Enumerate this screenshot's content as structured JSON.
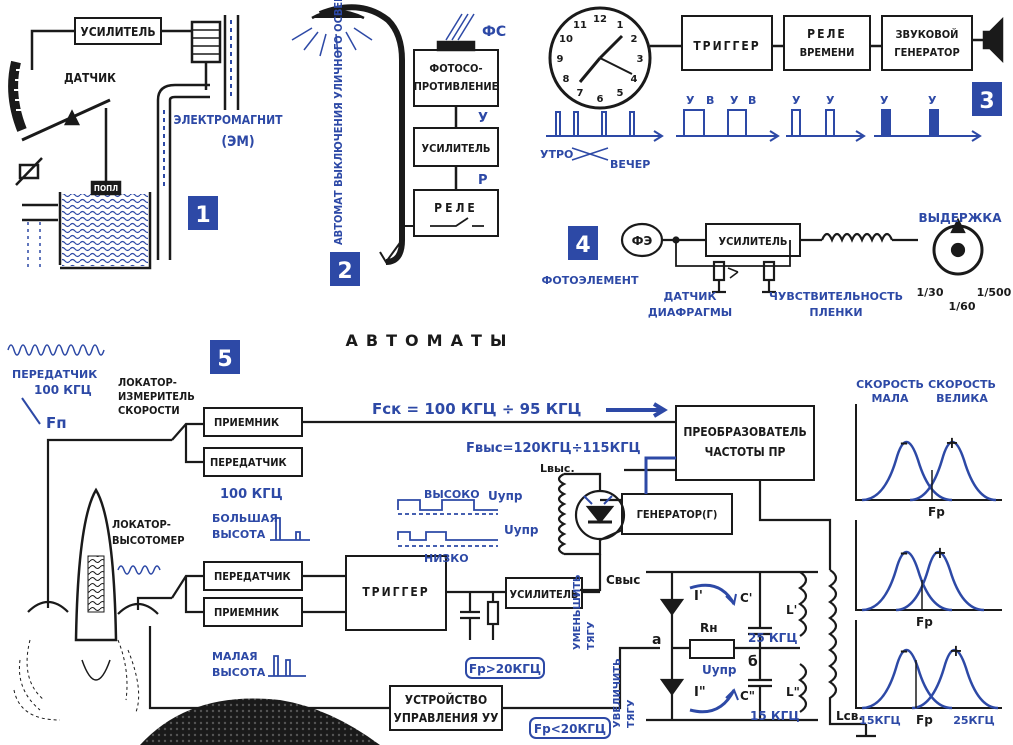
{
  "title": "АВТОМАТЫ",
  "colors": {
    "ink": "#1a1a1a",
    "accent": "#2d49a6",
    "white": "#ffffff"
  },
  "panel1": {
    "number": "1",
    "amplifier": "УСИЛИТЕЛЬ",
    "sensor": "ДАТЧИК",
    "electromagnet": "ЭЛЕКТРОМАГНИТ",
    "em": "(ЭМ)",
    "float_label": "ПОПЛ"
  },
  "panel2": {
    "number": "2",
    "vertical_caption": "АВТОМАТ ВЫКЛЮЧЕНИЯ УЛИЧНОГО ОСВЕЩЕНИЯ",
    "fs": "ФС",
    "photoresistance_1": "ФОТОСО-",
    "photoresistance_2": "ПРОТИВЛЕНИЕ",
    "u": "У",
    "amplifier": "УСИЛИТЕЛЬ",
    "p": "Р",
    "relay": "РЕЛЕ"
  },
  "panel3": {
    "number": "3",
    "trigger": "ТРИГГЕР",
    "relay_time_1": "РЕЛЕ",
    "relay_time_2": "ВРЕМЕНИ",
    "sound_gen_1": "ЗВУКОВОЙ",
    "sound_gen_2": "ГЕНЕРАТОР",
    "morning": "УТРО",
    "evening": "ВЕЧЕР",
    "pulse_labels": [
      "У",
      "В",
      "У",
      "В"
    ],
    "pulse_labels_2": [
      "У",
      "У"
    ],
    "pulse_labels_3": [
      "У",
      "У"
    ],
    "clock_numbers": [
      "12",
      "1",
      "2",
      "3",
      "4",
      "5",
      "6",
      "7",
      "8",
      "9",
      "10",
      "11"
    ]
  },
  "panel4": {
    "number": "4",
    "fe": "ФЭ",
    "amplifier": "УСИЛИТЕЛЬ",
    "delay": "ВЫДЕРЖКА",
    "photocell": "ФОТОЭЛЕМЕНТ",
    "aperture_1": "ДАТЧИК",
    "aperture_2": "ДИАФРАГМЫ",
    "sensitivity_1": "ЧУВСТВИТЕЛЬНОСТЬ",
    "sensitivity_2": "ПЛЕНКИ",
    "shutter_values": [
      "1/30",
      "1/60",
      "1/500"
    ]
  },
  "panel5": {
    "number": "5",
    "transmitter_1": "ПЕРЕДАТЧИК",
    "transmitter_2": "100 КГЦ",
    "fn": "Fп",
    "speed_locator_1": "ЛОКАТОР-",
    "speed_locator_2": "ИЗМЕРИТЕЛЬ",
    "speed_locator_3": "СКОРОСТИ",
    "receiver": "ПРИЕМНИК",
    "transmitter": "ПЕРЕДАТЧИК",
    "khz100": "100 КГЦ",
    "fsk": "Fск = 100 КГЦ ÷ 95 КГЦ",
    "converter_1": "ПРЕОБРАЗОВАТЕЛЬ",
    "converter_2": "ЧАСТОТЫ ПР",
    "fvys": "Fвыс=120КГЦ÷115КГЦ",
    "lvys": "Lвыс.",
    "high": "ВЫСОКО",
    "low": "НИЗКО",
    "uupr": "Uупр",
    "generator": "ГЕНЕРАТОР(Г)",
    "cvys": "Cвыс",
    "alt_locator_1": "ЛОКАТОР-",
    "alt_locator_2": "ВЫСОТОМЕР",
    "big_height_1": "БОЛЬШАЯ",
    "big_height_2": "ВЫСОТА",
    "small_height_1": "МАЛАЯ",
    "small_height_2": "ВЫСОТА",
    "trigger": "ТРИГГЕР",
    "amplifier": "УСИЛИТЕЛЬ",
    "control_1": "УСТРОЙСТВО",
    "control_2": "УПРАВЛЕНИЯ УУ",
    "fp_gt": "Fp>20КГЦ",
    "fp_lt": "Fp<20КГЦ",
    "decrease_1": "УМЕНЬШИТЬ",
    "decrease_2": "ТЯГУ",
    "increase_1": "УВЕЛИЧИТЬ",
    "increase_2": "ТЯГУ",
    "i1": "I'",
    "i2": "I\"",
    "c1": "C'",
    "c2": "C\"",
    "l1": "L'",
    "l2": "L\"",
    "rn": "Rн",
    "a": "а",
    "b": "б",
    "khz25a": "25 КГЦ",
    "khz15": "15 КГЦ",
    "lsv": "Lсв.",
    "speed_low_1": "СКОРОСТЬ",
    "speed_low_2": "МАЛА",
    "speed_high_1": "СКОРОСТЬ",
    "speed_high_2": "ВЕЛИКА",
    "fr": "Fp",
    "khz15b": "15КГЦ",
    "khz25b": "25КГЦ"
  }
}
